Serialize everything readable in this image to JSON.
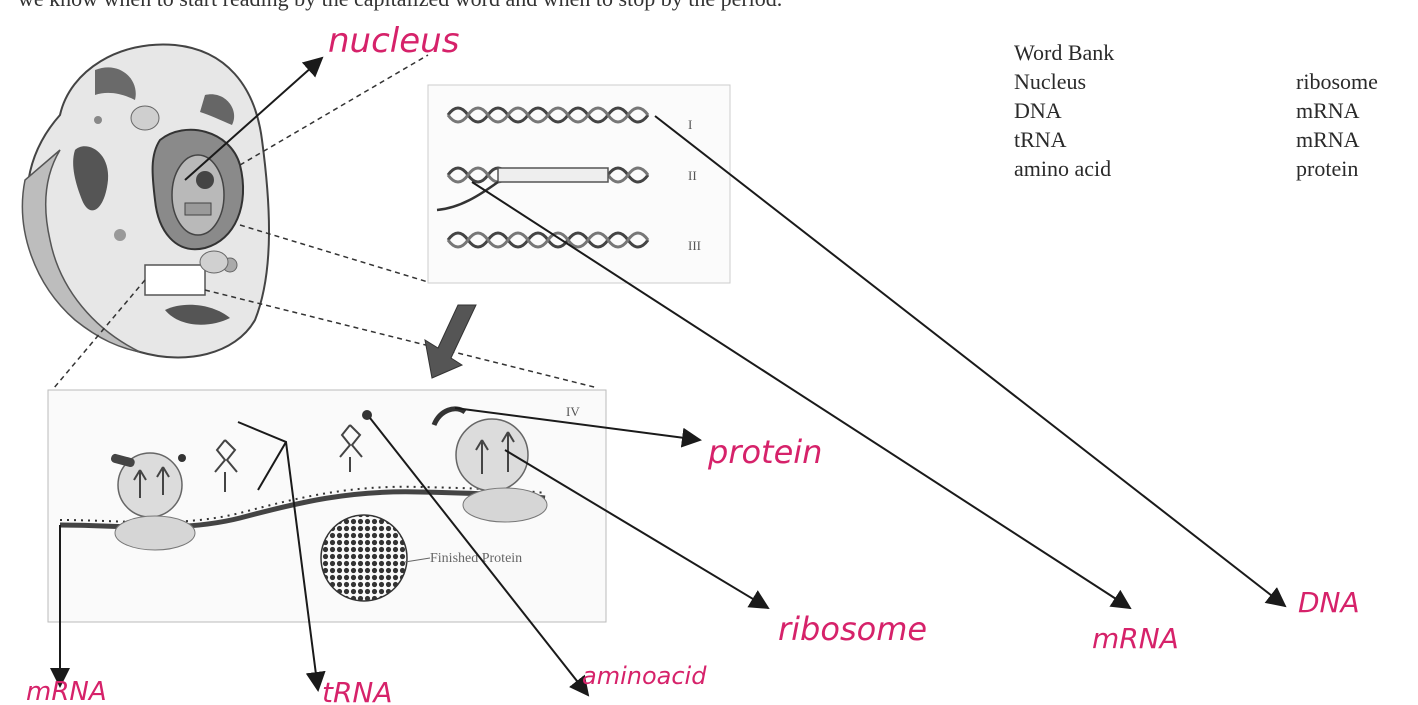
{
  "header_text": "we know when to start reading by the capitalized word and when to stop by the period.",
  "word_bank": {
    "title": "Word Bank",
    "left_column": [
      "Nucleus",
      "DNA",
      "tRNA",
      "amino acid"
    ],
    "right_column": [
      "ribosome",
      "mRNA",
      "mRNA",
      "protein"
    ]
  },
  "diagram": {
    "roman_labels": [
      "I",
      "II",
      "III",
      "IV"
    ],
    "finished_protein_label": "Finished Protein"
  },
  "handwritten_answers": {
    "nucleus": "nucleus",
    "protein": "protein",
    "ribosome": "ribosome",
    "mrna_right": "mRNA",
    "dna": "DNA",
    "mrna_left": "mRNA",
    "trna": "tRNA",
    "amino_acid": "aminoacid"
  },
  "colors": {
    "handwriting": "#d6226a",
    "ink": "#1a1a1a"
  }
}
